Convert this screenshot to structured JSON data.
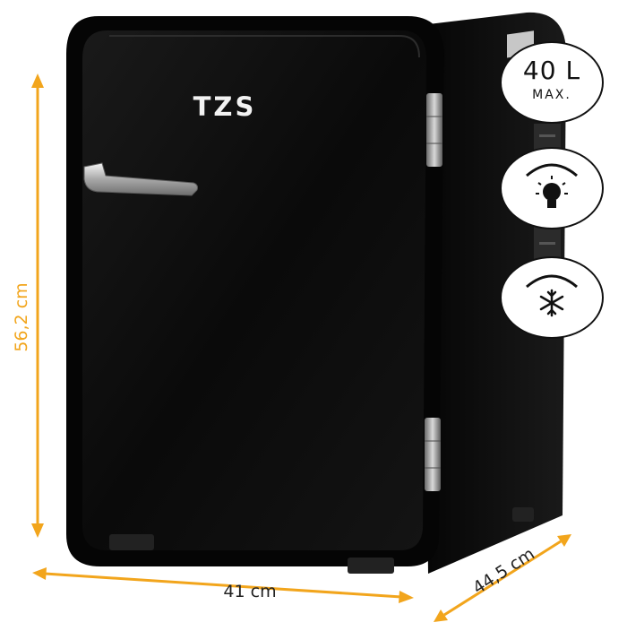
{
  "product": {
    "brand": "TZS"
  },
  "dimensions": {
    "height": "56,2 cm",
    "width": "41 cm",
    "depth": "44,5 cm"
  },
  "badges": {
    "capacity_value": "40 L",
    "capacity_unit": "MAX.",
    "light_icon": "light-bulb-icon",
    "freeze_icon": "snowflake-icon"
  },
  "colors": {
    "body": "#0b0b0b",
    "accent": "#f2a51c",
    "chrome": "#c9c9c9"
  }
}
